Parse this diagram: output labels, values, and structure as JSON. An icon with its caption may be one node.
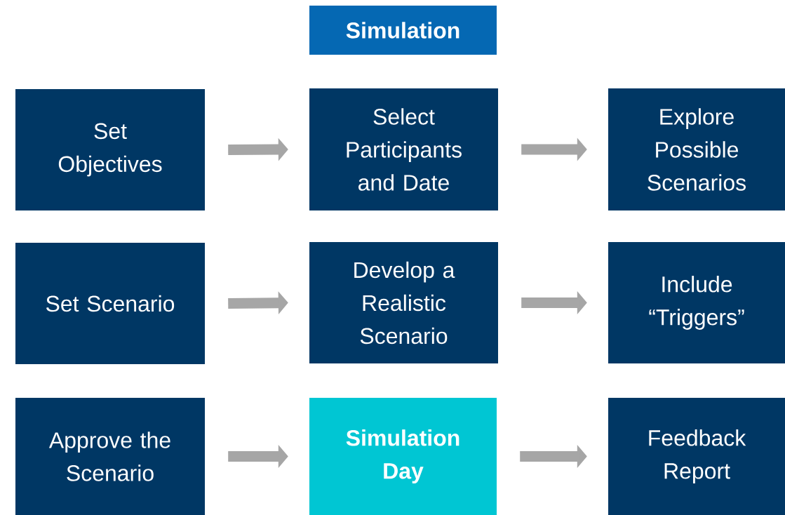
{
  "diagram": {
    "nodes": [
      {
        "text": [
          "Simulation"
        ]
      },
      {
        "text": [
          "Set Objectives"
        ]
      },
      {
        "text": [
          "Select Participants and Date"
        ]
      },
      {
        "text": [
          "Explore Possible Scenarios"
        ]
      },
      {
        "text": [
          "Set Scenario"
        ]
      },
      {
        "text": [
          "Develop a Realistic Scenario"
        ]
      },
      {
        "text": [
          "Include “Triggers”"
        ]
      },
      {
        "text": [
          "Approve the Scenario"
        ]
      },
      {
        "text": [
          "Simulation Day"
        ]
      },
      {
        "text": [
          "Feedback Report"
        ]
      }
    ],
    "edges": [
      {
        "from": 1,
        "to": 2,
        "arrow": "to"
      },
      {
        "from": 2,
        "to": 3,
        "arrow": "to"
      },
      {
        "from": 4,
        "to": 5,
        "arrow": "to"
      },
      {
        "from": 5,
        "to": 6,
        "arrow": "to"
      },
      {
        "from": 7,
        "to": 8,
        "arrow": "to"
      },
      {
        "from": 8,
        "to": 9,
        "arrow": "to"
      }
    ]
  }
}
